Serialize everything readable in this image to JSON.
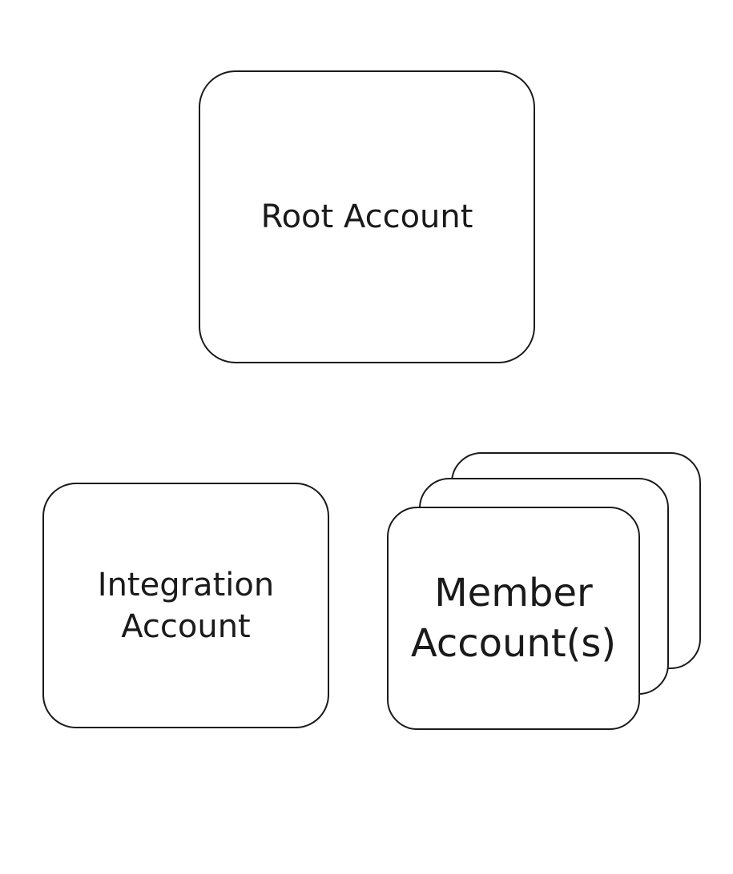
{
  "diagram": {
    "background_color": "#ffffff",
    "stroke_color": "#1a1a1a",
    "text_color": "#1a1a1a",
    "nodes": [
      {
        "id": "root-account",
        "label": "Root Account",
        "shape": "rounded-rectangle",
        "stacked": false
      },
      {
        "id": "integration-account",
        "label": "Integration\nAccount",
        "shape": "rounded-rectangle",
        "stacked": false
      },
      {
        "id": "member-accounts",
        "label": "Member\nAccount(s)",
        "shape": "rounded-rectangle",
        "stacked": true,
        "stack_count": 3
      }
    ],
    "connectors": []
  }
}
